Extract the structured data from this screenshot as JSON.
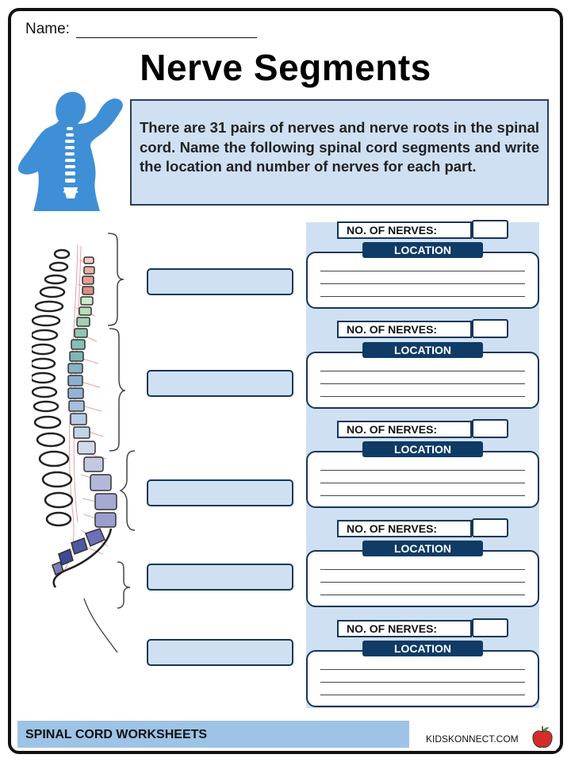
{
  "header": {
    "name_label": "Name:",
    "title": "Nerve Segments"
  },
  "intro": {
    "text": "There are 31 pairs of nerves and nerve roots in the spinal cord. Name the following spinal cord segments and write the location and number of nerves for each part."
  },
  "sections": [
    {
      "nerves_label": "NO. OF NERVES:",
      "location_label": "LOCATION"
    },
    {
      "nerves_label": "NO. OF NERVES:",
      "location_label": "LOCATION"
    },
    {
      "nerves_label": "NO. OF NERVES:",
      "location_label": "LOCATION"
    },
    {
      "nerves_label": "NO. OF NERVES:",
      "location_label": "LOCATION"
    },
    {
      "nerves_label": "NO. OF NERVES:",
      "location_label": "LOCATION"
    }
  ],
  "footer": {
    "title": "SPINAL CORD  WORKSHEETS",
    "site": "KIDSKONNECT.COM"
  },
  "colors": {
    "panel_blue": "#cfe0f3",
    "dark_navy": "#0f3b66",
    "footer_blue": "#9dc3e6",
    "body_blue": "#3f8fd6"
  },
  "icons": {
    "human": "human-back-pain-icon",
    "spine": "spine-diagram",
    "apple": "apple-logo-icon"
  }
}
